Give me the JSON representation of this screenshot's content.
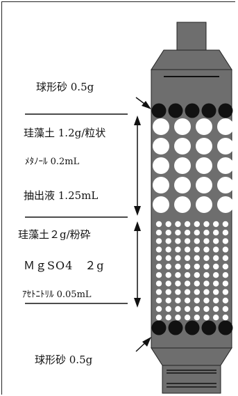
{
  "labels": {
    "top_sand": "球形砂 0.5g",
    "diatom_top": "珪藻土 1.2g/粒状",
    "methanol": "ﾒﾀﾉｰﾙ 0.2mL",
    "extract": "抽出液 1.25mL",
    "diatom_bottom": "珪藻土２g/粉砕",
    "mgso4": "ＭｇSO4　２g",
    "acetonitrile": "ｱｾﾄﾆﾄﾘﾙ 0.05mL",
    "bottom_sand": "球形砂 0.5g"
  },
  "colors": {
    "column_body": "#6e6e6e",
    "column_edge": "#222222",
    "sand_ball": "#111111",
    "bead": "#ffffff"
  },
  "layers": {
    "top_sand_balls": 5,
    "large_bead_cols": 4,
    "large_bead_rows": 5,
    "small_bead_cols": 8,
    "small_bead_rows": 12,
    "bottom_sand_balls": 5
  }
}
